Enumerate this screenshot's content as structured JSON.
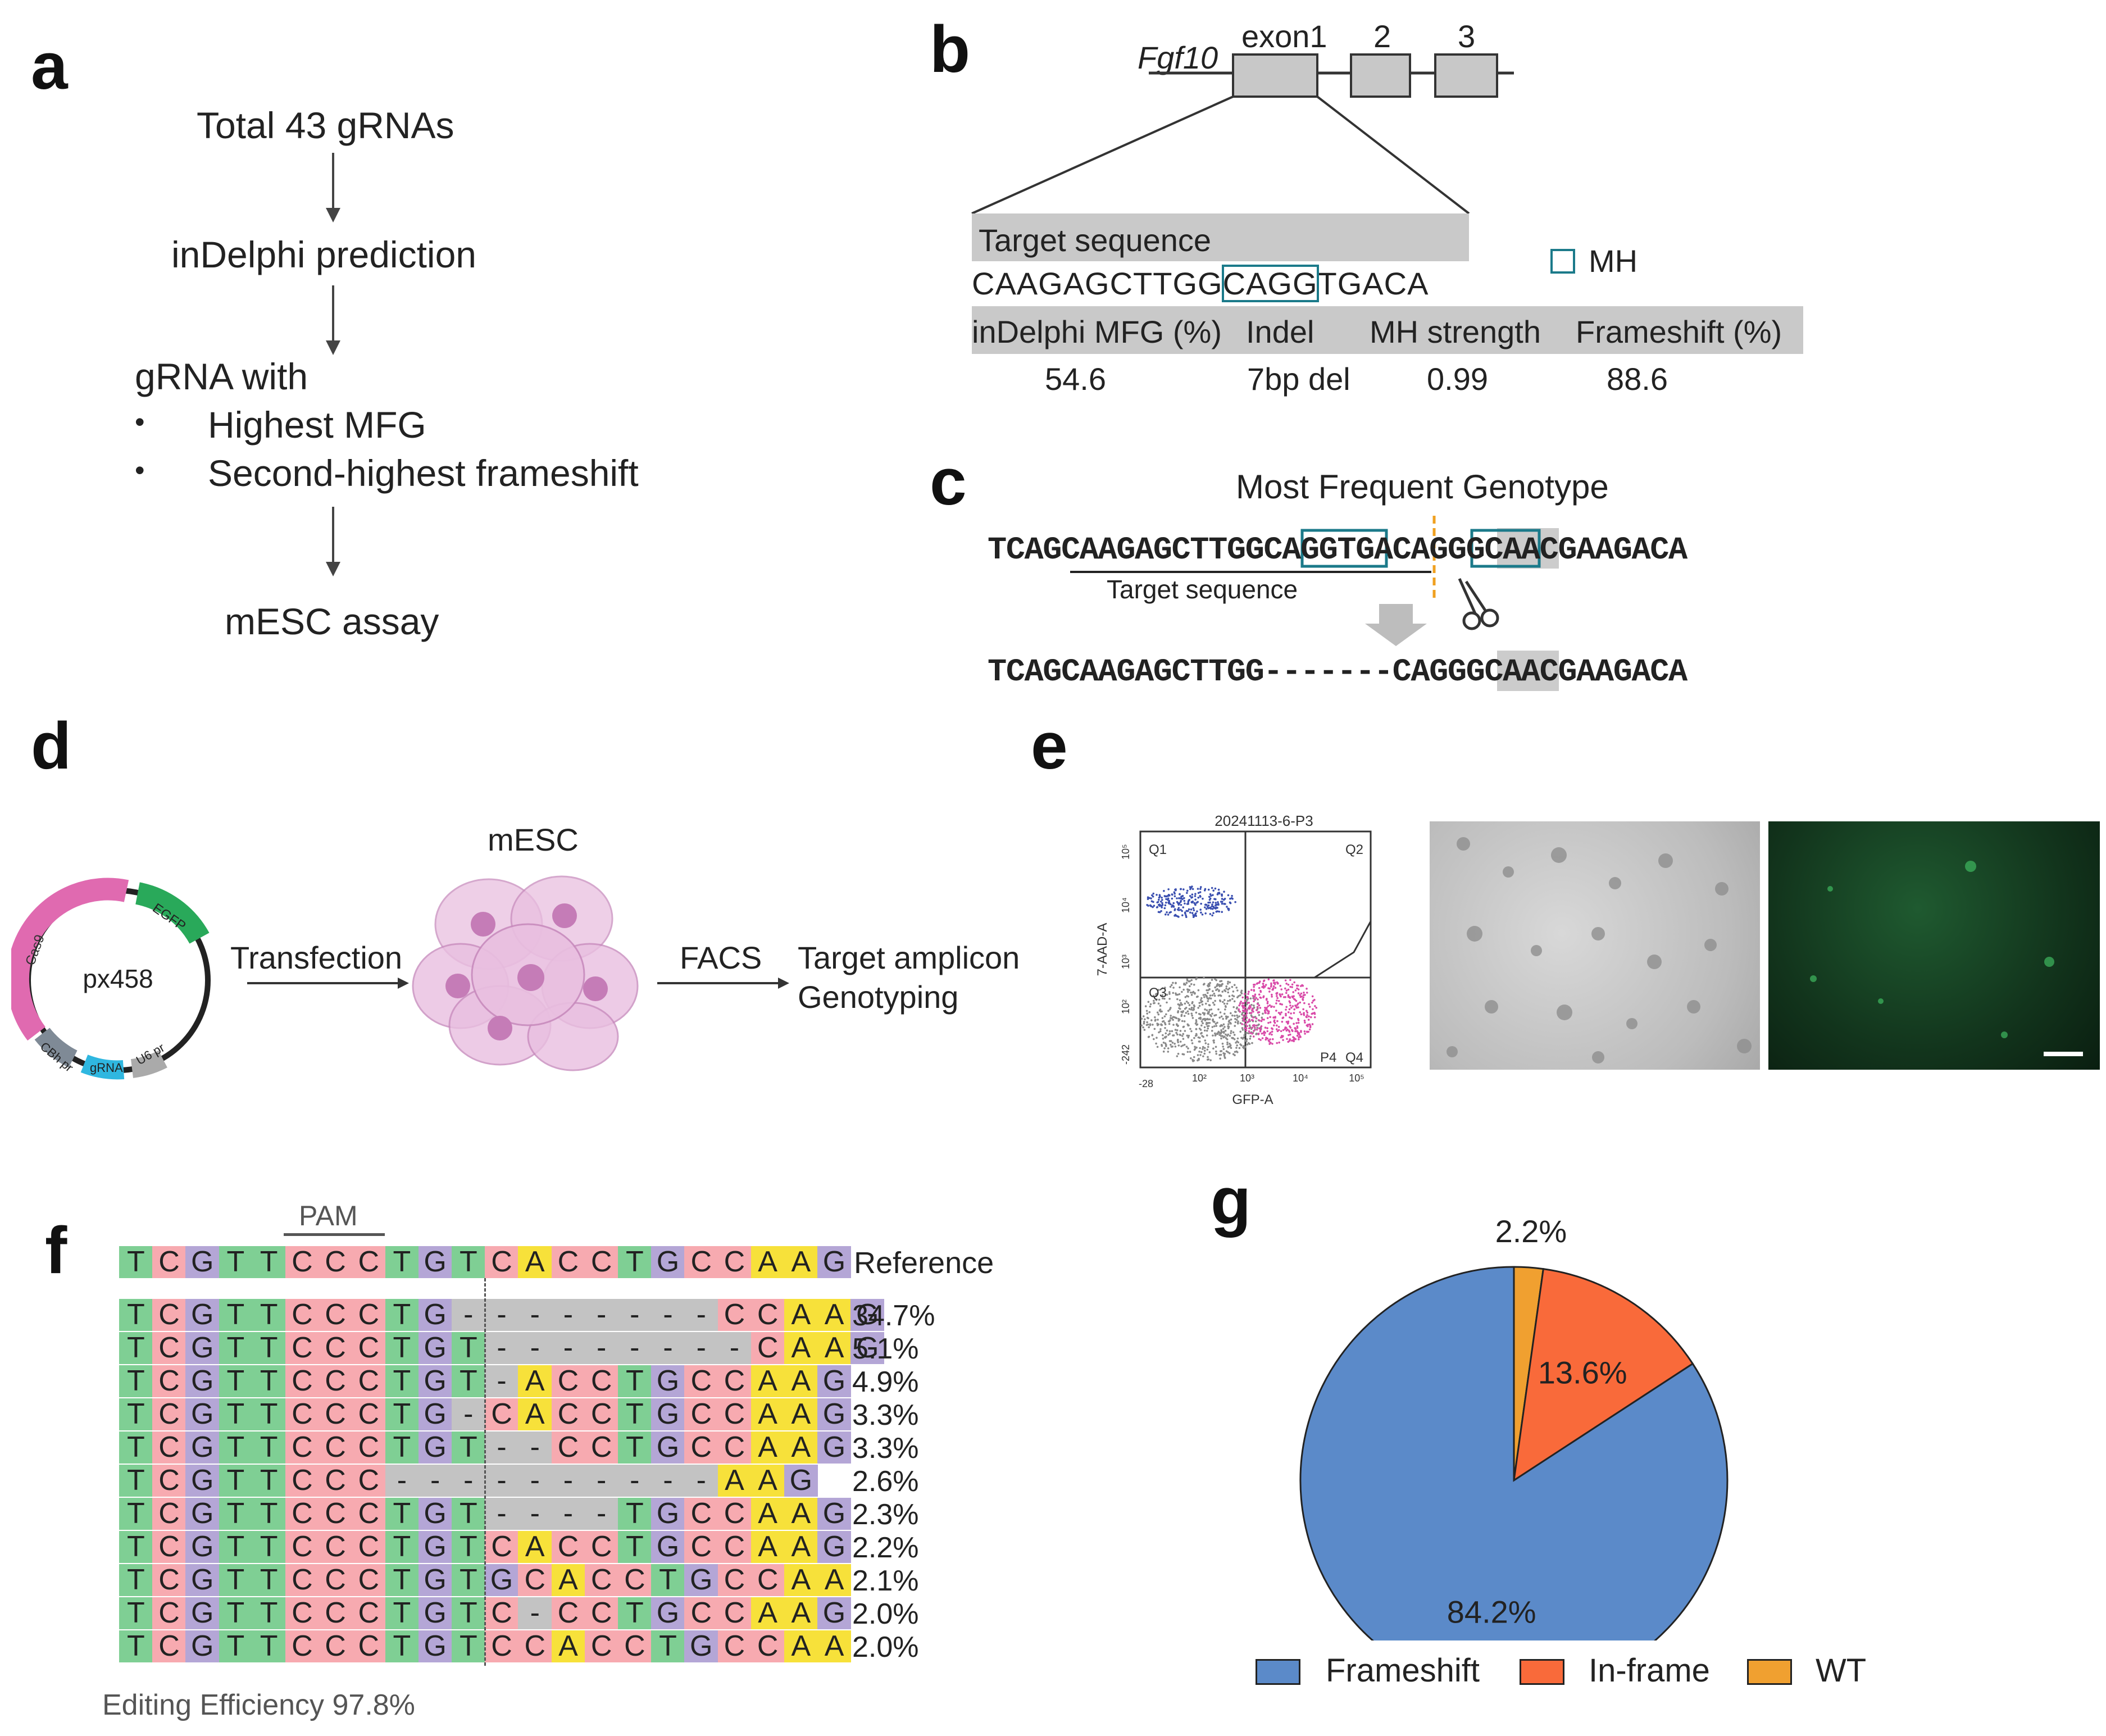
{
  "panel_labels": {
    "a": "a",
    "b": "b",
    "c": "c",
    "d": "d",
    "e": "e",
    "f": "f",
    "g": "g"
  },
  "panel_a": {
    "step1": "Total 43 gRNAs",
    "step2": "inDelphi prediction",
    "step3": "gRNA with",
    "bullet1": "Highest MFG",
    "bullet2": "Second-highest frameshift",
    "bullet_char": "•",
    "step4": "mESC assay"
  },
  "panel_b": {
    "gene": "Fgf10",
    "exon1": "exon1",
    "exon2": "2",
    "exon3": "3",
    "target_header": "Target sequence",
    "seq_pre": "CAAGAGCTTGG",
    "seq_mh": "CAGG",
    "seq_post": "TGACA",
    "mh_legend": "MH",
    "table_headers": [
      "inDelphi MFG (%)",
      "Indel",
      "MH strength",
      "Frameshift (%)"
    ],
    "table_values": [
      "54.6",
      "7bp del",
      "0.99",
      "88.6"
    ]
  },
  "panel_c": {
    "title": "Most Frequent Genotype",
    "ref_seq": "TCAGCAAGAGCTTGGCAGGTGACAGGGCAACGAAGACA",
    "target_label": "Target sequence",
    "mfg_seq": "TCAGCAAGAGCTTGG-------CAGGGCAACGAAGACA"
  },
  "panel_d": {
    "plasmid_name": "px458",
    "plasmid_features": [
      "Cas9",
      "EGFP",
      "CBh pr",
      "gRNA",
      "U6 pr"
    ],
    "transfection": "Transfection",
    "cell_label": "mESC",
    "facs": "FACS",
    "result_line1": "Target amplicon",
    "result_line2": "Genotyping"
  },
  "panel_e": {
    "plot_title": "20241113-6-P3",
    "quadrants": [
      "Q1",
      "Q2",
      "Q3",
      "Q4"
    ],
    "gate": "P4",
    "x_axis_label": "GFP-A",
    "y_axis_label": "7-AAD-A",
    "x_ticks": [
      "-28",
      "10²",
      "10³",
      "10⁴",
      "10⁵"
    ],
    "y_ticks": [
      "-242",
      "10²",
      "10³",
      "10⁴",
      "10⁵"
    ]
  },
  "panel_f": {
    "pam_label": "PAM",
    "reference_label": "Reference",
    "reference": "TCGTTCCCTGTCACCTGCCAAG",
    "alleles": [
      {
        "seq": "TCGTTCCCTG--------CCAAG",
        "pct": "34.7%"
      },
      {
        "seq": "TCGTTCCCTGT--------CAAG",
        "pct": "5.1%"
      },
      {
        "seq": "TCGTTCCCTGT-ACCTGCCAAG",
        "pct": "4.9%"
      },
      {
        "seq": "TCGTTCCCTG-CACCTGCCAAG",
        "pct": "3.3%"
      },
      {
        "seq": "TCGTTCCCTGT--CCTGCCAAG",
        "pct": "3.3%"
      },
      {
        "seq": "TCGTTCCC----------AAG",
        "pct": "2.6%"
      },
      {
        "seq": "TCGTTCCCTGT----TGCCAAG",
        "pct": "2.3%"
      },
      {
        "seq": "TCGTTCCCTGTCACCTGCCAAG",
        "pct": "2.2%"
      },
      {
        "seq": "TCGTTCCCTGTGCACCTGCCAA",
        "pct": "2.1%"
      },
      {
        "seq": "TCGTTCCCTGTC-CCTGCCAAG",
        "pct": "2.0%"
      },
      {
        "seq": "TCGTTCCCTGTCCACCTGCCAA",
        "pct": "2.0%"
      }
    ],
    "editing_efficiency": "Editing Efficiency 97.8%",
    "base_colors": {
      "T": "#7fcf94",
      "C": "#f7aab0",
      "G": "#b4a6d6",
      "A": "#f7e13a",
      "-": "#c3c3c3"
    }
  },
  "chart_data": {
    "type": "pie",
    "categories": [
      "Frameshift",
      "In-frame",
      "WT"
    ],
    "values": [
      84.2,
      13.6,
      2.2
    ],
    "labels": [
      "84.2%",
      "13.6%",
      "2.2%"
    ],
    "colors": [
      "#5b8ac9",
      "#f96a3a",
      "#f0a030"
    ],
    "legend_placement": "bottom"
  }
}
